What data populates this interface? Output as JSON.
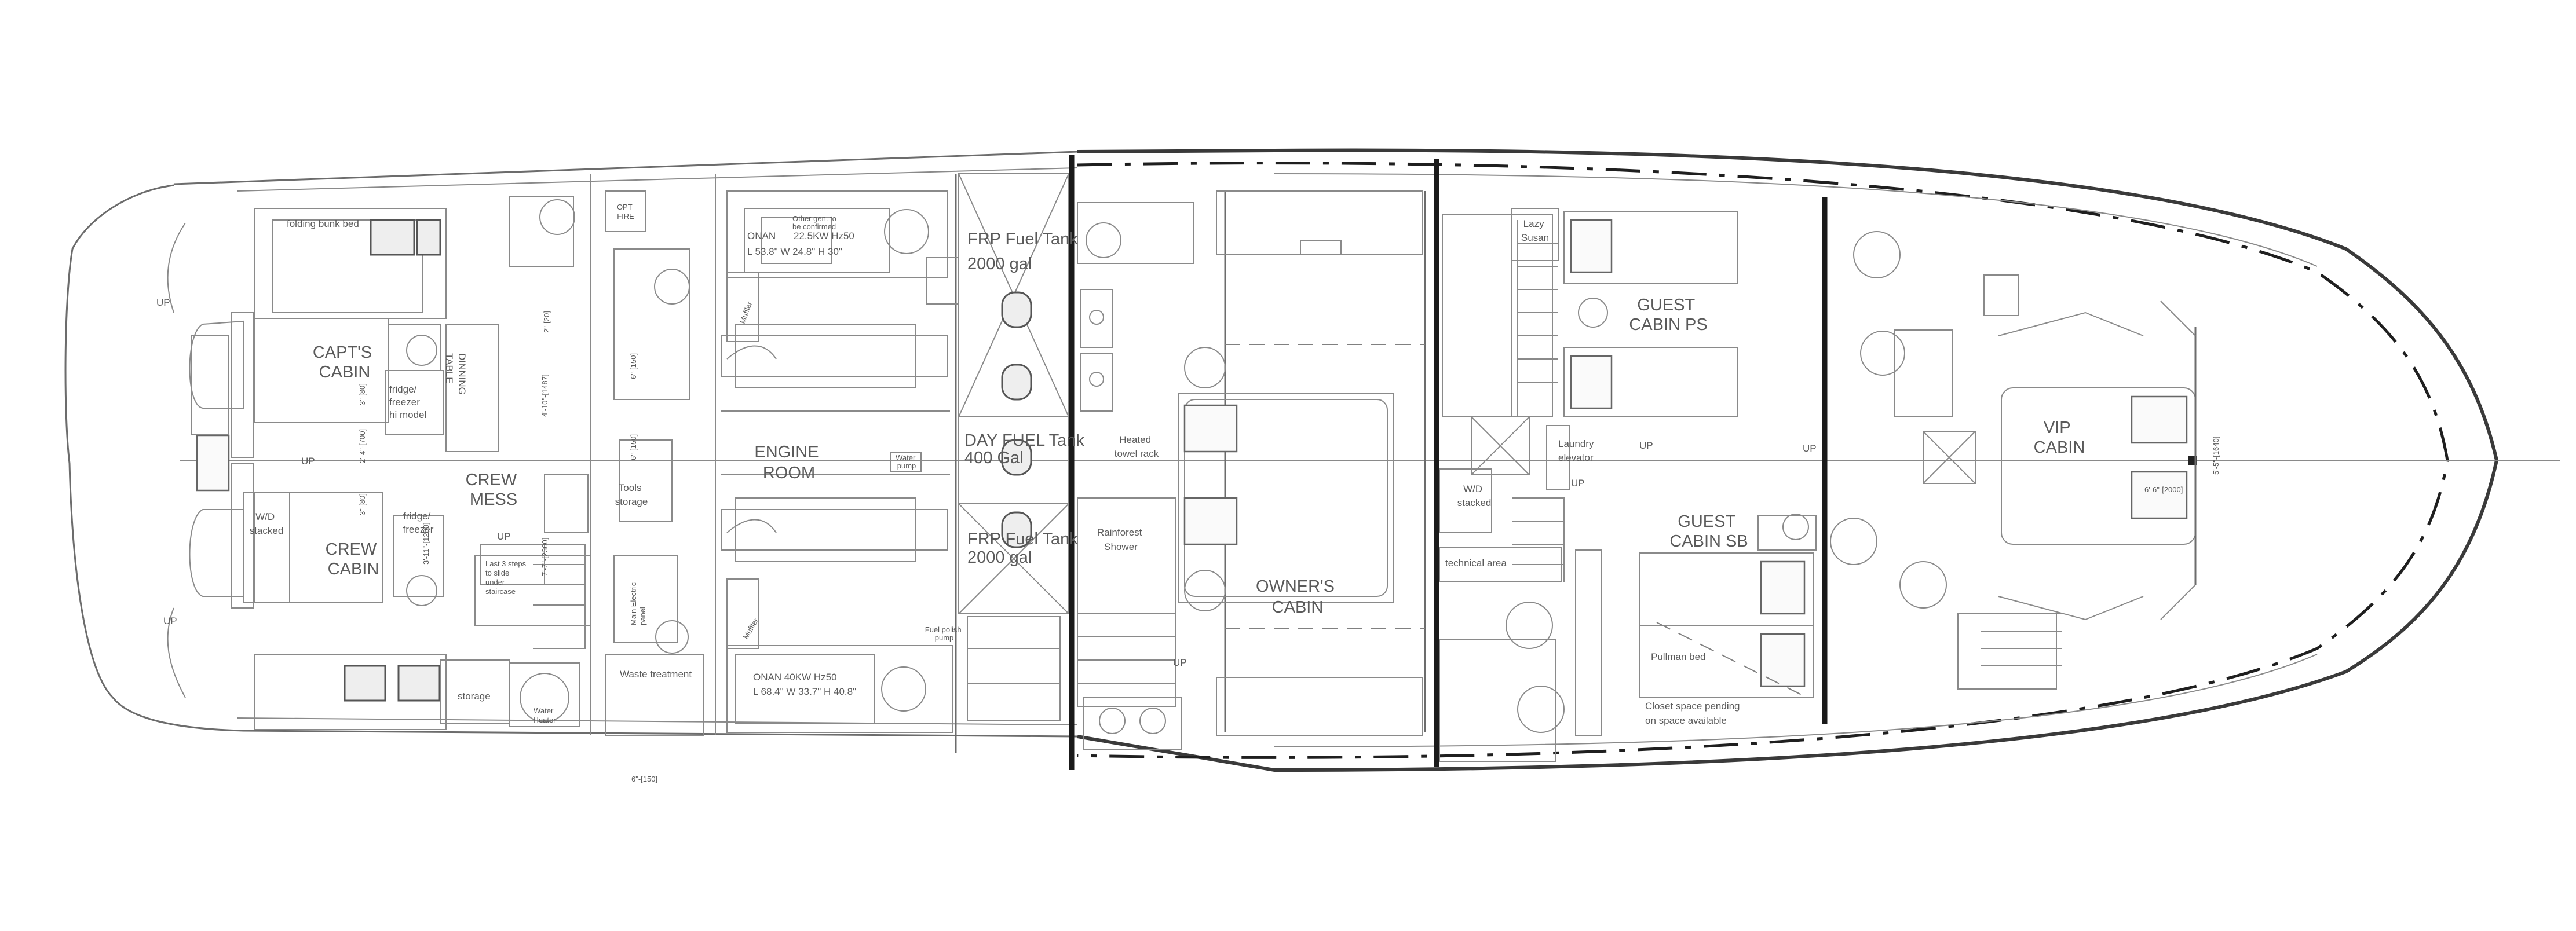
{
  "rooms": {
    "folding_bunk_bed": "folding bunk bed",
    "capts_cabin": [
      "CAPT'S",
      "CABIN"
    ],
    "fridge_hi": [
      "fridge/",
      "freezer",
      "hi model"
    ],
    "dinning_table": [
      "DINNING",
      "TABLE"
    ],
    "crew_mess": [
      "CREW",
      "MESS"
    ],
    "wd_stacked_crew": [
      "W/D",
      "stacked"
    ],
    "crew_cabin": [
      "CREW",
      "CABIN"
    ],
    "fridge_crew": [
      "fridge/",
      "freezer"
    ],
    "last_steps": [
      "Last 3 steps",
      "to slide",
      "under",
      "staircase"
    ],
    "storage": "storage",
    "water_heater": [
      "Water",
      "Heater"
    ],
    "tools_storage": [
      "Tools",
      "storage"
    ],
    "engine_room": [
      "ENGINE",
      "ROOM"
    ],
    "fire": [
      "OPT",
      "FIRE"
    ],
    "main_electric": [
      "Main Electric",
      "panel"
    ],
    "waste_treatment": "Waste treatment",
    "muffler_top": "Muffler",
    "muffler_bottom": "Muffler",
    "water_pump": [
      "Water",
      "pump"
    ],
    "fuel_tank_top": [
      "FRP Fuel Tank",
      "2000 gal"
    ],
    "day_fuel_tank": [
      "DAY FUEL Tank",
      "400 Gal"
    ],
    "fuel_tank_bottom": [
      "FRP Fuel Tank",
      "2000 gal"
    ],
    "fuel_polish": [
      "Fuel polish",
      "pump"
    ],
    "heated_towel_rack": [
      "Heated",
      "towel rack"
    ],
    "rainforest_shower": [
      "Rainforest",
      "Shower"
    ],
    "owners_cabin": [
      "OWNER'S",
      "CABIN"
    ],
    "lazy_susan": [
      "Lazy",
      "Susan"
    ],
    "guest_cabin_ps": [
      "GUEST",
      "CABIN PS"
    ],
    "laundry_elevator": [
      "Laundry",
      "elevator"
    ],
    "wd_stacked_guest": [
      "W/D",
      "stacked"
    ],
    "guest_cabin_sb": [
      "GUEST",
      "CABIN SB"
    ],
    "technical_area": "technical area",
    "pullman_bed": "Pullman bed",
    "closet_note": [
      "Closet space pending",
      "on space available"
    ],
    "vip_cabin": [
      "VIP",
      "CABIN"
    ]
  },
  "generators": {
    "top": [
      "ONAN",
      "22.5KW  Hz50",
      "L 53.8\" W 24.8\" H 30\""
    ],
    "top_note": [
      "Other gen. to",
      "be confirmed"
    ],
    "bottom": [
      "ONAN    40KW  Hz50",
      "L 68.4\" W 33.7\" H 40.8\""
    ]
  },
  "stairs": {
    "up": "UP"
  },
  "dimensions": {
    "d_20_top": "2\"-[20]",
    "d_150_top": "6\"-[150]",
    "d_1487": "4'-10\"-[1487]",
    "d_80": "3\"-[80]",
    "d_700": "2'-4\"-[700]",
    "d_150_mid": "6\"-[150]",
    "d_80_low": "3\"-[80]",
    "d_1200": "3'-11\"-[1200]",
    "d_2300": "7'-7\"-[2300]",
    "d_150_bottom": "6\"-[150]",
    "d_2000": "6'-6\"-[2000]",
    "d_1640": "5'-5\"-[1640]"
  }
}
